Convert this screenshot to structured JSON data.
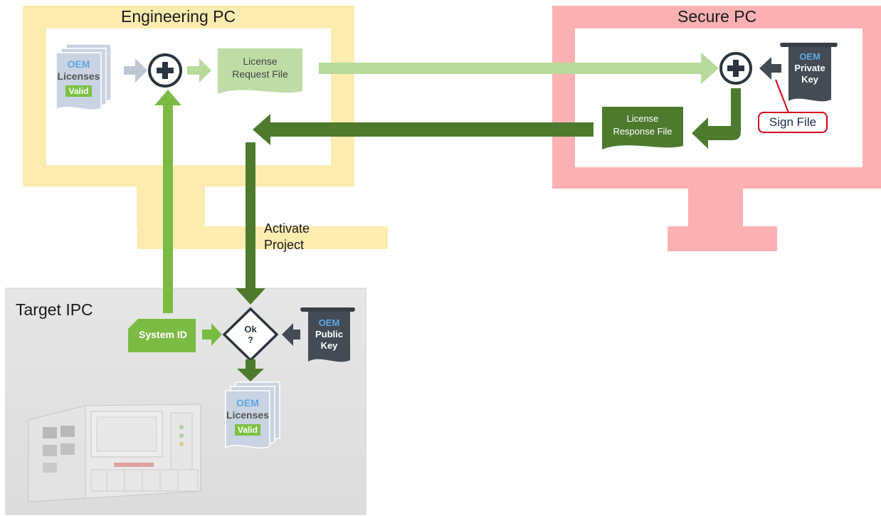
{
  "engineering_pc": {
    "title": "Engineering PC",
    "oem_licenses": {
      "oem": "OEM",
      "licenses": "Licenses",
      "badge": "Valid"
    },
    "license_request_file": {
      "line1": "License",
      "line2": "Request File"
    }
  },
  "secure_pc": {
    "title": "Secure PC",
    "private_key": {
      "oem": "OEM",
      "line1": "Private",
      "line2": "Key"
    },
    "license_response_file": {
      "line1": "License",
      "line2": "Response File"
    },
    "sign_file": "Sign File"
  },
  "activate_project": {
    "line1": "Activate",
    "line2": "Project"
  },
  "target_ipc": {
    "title": "Target IPC",
    "system_id": "System ID",
    "decision": {
      "line1": "Ok",
      "line2": "?"
    },
    "public_key": {
      "oem": "OEM",
      "line1": "Public",
      "line2": "Key"
    },
    "oem_licenses": {
      "oem": "OEM",
      "licenses": "Licenses",
      "badge": "Valid"
    }
  },
  "colors": {
    "engineering_frame": "#fcecb0",
    "secure_frame": "#fbb1b2",
    "arrow_light_green": "#b9da9a",
    "arrow_bright_green": "#7cbb43",
    "arrow_dark_green": "#4e7a2e",
    "file_light_green": "#bfdca6",
    "file_dark_green": "#4e7a2e",
    "key_dark": "#444b55",
    "oem_blue": "#5ea7e3",
    "target_bg": "#e3e3e3"
  }
}
